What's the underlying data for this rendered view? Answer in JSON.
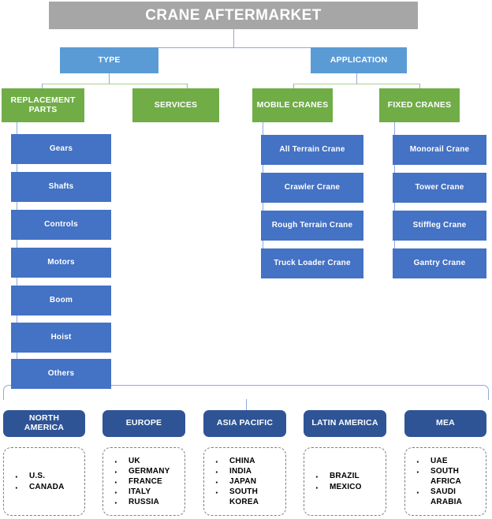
{
  "chart_data": {
    "type": "diagram",
    "title": "CRANE AFTERMARKET",
    "layout": "hierarchical segmentation tree",
    "colors": {
      "title": "#A6A6A6",
      "level1": "#5B9BD5",
      "level2": "#70AD47",
      "leaf": "#4472C4",
      "region": "#2E5496",
      "connector": "#8FAADC",
      "connector_green": "#A9D18E",
      "country_border": "#7F7F7F"
    }
  },
  "title": {
    "label": "CRANE AFTERMARKET"
  },
  "branches": [
    {
      "label": "TYPE",
      "children": [
        {
          "label": "REPLACEMENT PARTS",
          "items": [
            "Gears",
            "Shafts",
            "Controls",
            "Motors",
            "Boom",
            "Hoist",
            "Others"
          ]
        },
        {
          "label": "SERVICES",
          "items": []
        }
      ]
    },
    {
      "label": "APPLICATION",
      "children": [
        {
          "label": "MOBILE CRANES",
          "items": [
            "All Terrain Crane",
            "Crawler Crane",
            "Rough Terrain Crane",
            "Truck Loader Crane"
          ]
        },
        {
          "label": "FIXED CRANES",
          "items": [
            "Monorail Crane",
            "Tower Crane",
            "Stiffleg Crane",
            "Gantry Crane"
          ]
        }
      ]
    }
  ],
  "regions": [
    {
      "label": "NORTH\nAMERICA",
      "countries": [
        "U.S.",
        "CANADA"
      ]
    },
    {
      "label": "EUROPE",
      "countries": [
        "UK",
        "GERMANY",
        "FRANCE",
        "ITALY",
        "RUSSIA"
      ]
    },
    {
      "label": "ASIA PACIFIC",
      "countries": [
        "CHINA",
        "INDIA",
        "JAPAN",
        "SOUTH\nKOREA"
      ]
    },
    {
      "label": "LATIN AMERICA",
      "countries": [
        "BRAZIL",
        "MEXICO"
      ]
    },
    {
      "label": "MEA",
      "countries": [
        "UAE",
        "SOUTH\nAFRICA",
        "SAUDI\nARABIA"
      ]
    }
  ]
}
